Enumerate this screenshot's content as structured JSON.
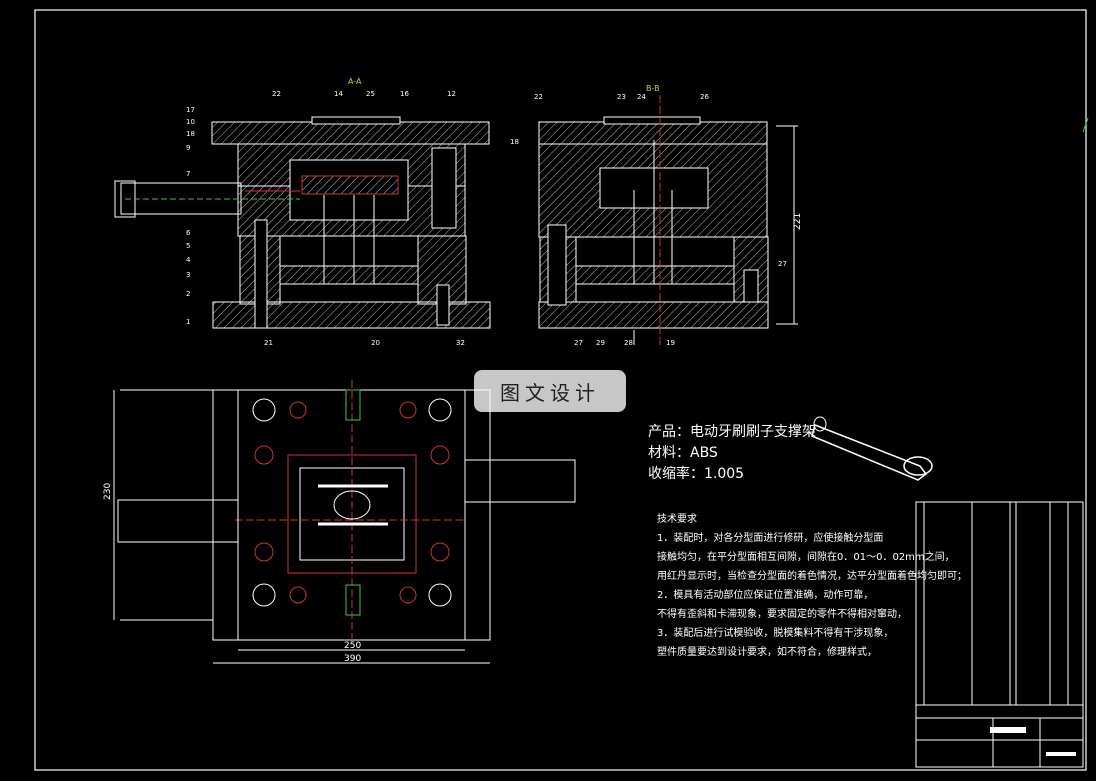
{
  "section_labels": {
    "a": "A-A",
    "b": "B-B"
  },
  "dimensions": {
    "height_right": "221",
    "width_250": "250",
    "width_390": "390",
    "height_left": "230"
  },
  "part_numbers_left_top": [
    "22",
    "14",
    "25",
    "16",
    "12"
  ],
  "part_numbers_left_side": [
    "17",
    "10",
    "18",
    "9",
    "7",
    "6",
    "5",
    "4",
    "3",
    "2",
    "1"
  ],
  "part_numbers_left_bottom": [
    "21",
    "20",
    "32"
  ],
  "part_numbers_right_top": [
    "22",
    "23",
    "24",
    "26"
  ],
  "part_numbers_right_side": [
    "18",
    "27"
  ],
  "part_numbers_right_bottom": [
    "27",
    "29",
    "28",
    "19"
  ],
  "watermark_text": "图文设计",
  "product": {
    "name": "产品：电动牙刷刷子支撑架",
    "material": "材料：ABS",
    "shrinkage": "收缩率：1.005"
  },
  "tech_requirements": {
    "title": "技术要求",
    "lines": [
      "1．装配时，对各分型面进行修研，应使接触分型面",
      "接触均匀，在平分型面相互间隙，间隙在0．01～0．02mm之间，",
      "用红丹显示时，当检查分型面的着色情况，达平分型面着色均匀即可；",
      "2．模具有活动部位应保证位置准确，动作可靠，",
      "不得有歪斜和卡滞现象，要求固定的零件不得相对窜动，",
      "3．装配后进行试模验收，脱模集料不得有干涉现象，",
      "塑件质量要达到设计要求，如不符合，修理样式，"
    ]
  }
}
